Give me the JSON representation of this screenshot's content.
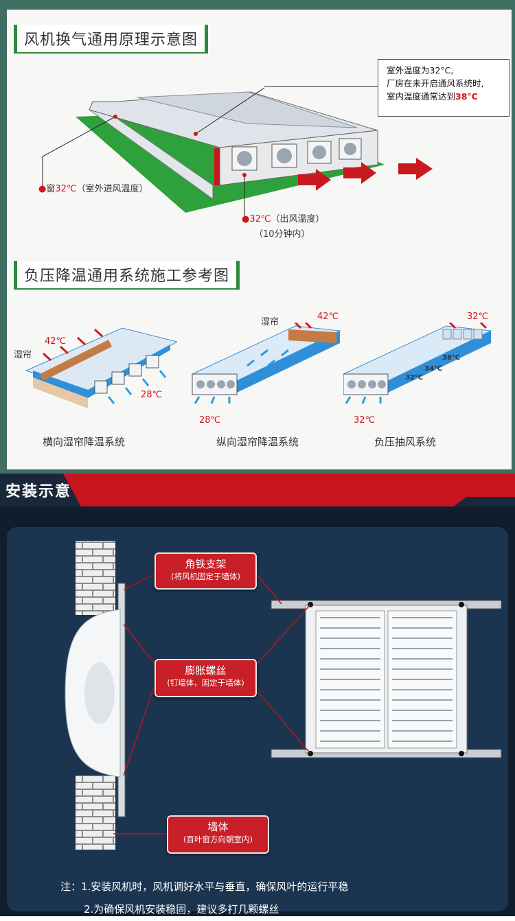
{
  "section1": {
    "title": "风机换气通用原理示意图",
    "note_line1": "室外温度为32°C,",
    "note_line2": "厂房在未开启通风系统时,",
    "note_line3_prefix": "室内温度通常达到",
    "note_line3_highlight": "38°C",
    "window_label_prefix": "窗",
    "window_label_temp": "32℃",
    "window_label_suffix": "（室外进风温度）",
    "outlet_label_temp": "32℃",
    "outlet_label_suffix": "（出风温度）",
    "outlet_label_line2": "（10分钟内）"
  },
  "section2": {
    "title": "负压降温通用系统施工参考图",
    "systems": [
      {
        "caption": "横向湿帘降温系统",
        "curtain": "湿帘",
        "in_temp": "42℃",
        "out_temp": "28℃"
      },
      {
        "caption": "纵向湿帘降温系统",
        "curtain": "湿帘",
        "in_temp": "42℃",
        "out_temp": "28℃"
      },
      {
        "caption": "负压抽风系统",
        "in_temp": "32℃",
        "out_temp": "32℃",
        "gradient": [
          "32℃",
          "34℃",
          "38℃"
        ]
      }
    ]
  },
  "install": {
    "title": "安装示意",
    "callouts": [
      {
        "title": "角铁支架",
        "sub": "(将风机固定于墙体)"
      },
      {
        "title": "膨胀螺丝",
        "sub": "(钉墙体，固定于墙体)"
      },
      {
        "title": "墙体",
        "sub": "(百叶窗方向朝室内)"
      }
    ],
    "note1": "注：1.安装风机时，风机调好水平与垂直，确保风叶的运行平稳",
    "note2": "2.为确保风机安装稳固，建议多打几颗螺丝"
  },
  "colors": {
    "green_border": "#3f6f63",
    "accent_red": "#c81f28",
    "navy": "#101d2e",
    "ground_green": "#2fa13c"
  }
}
